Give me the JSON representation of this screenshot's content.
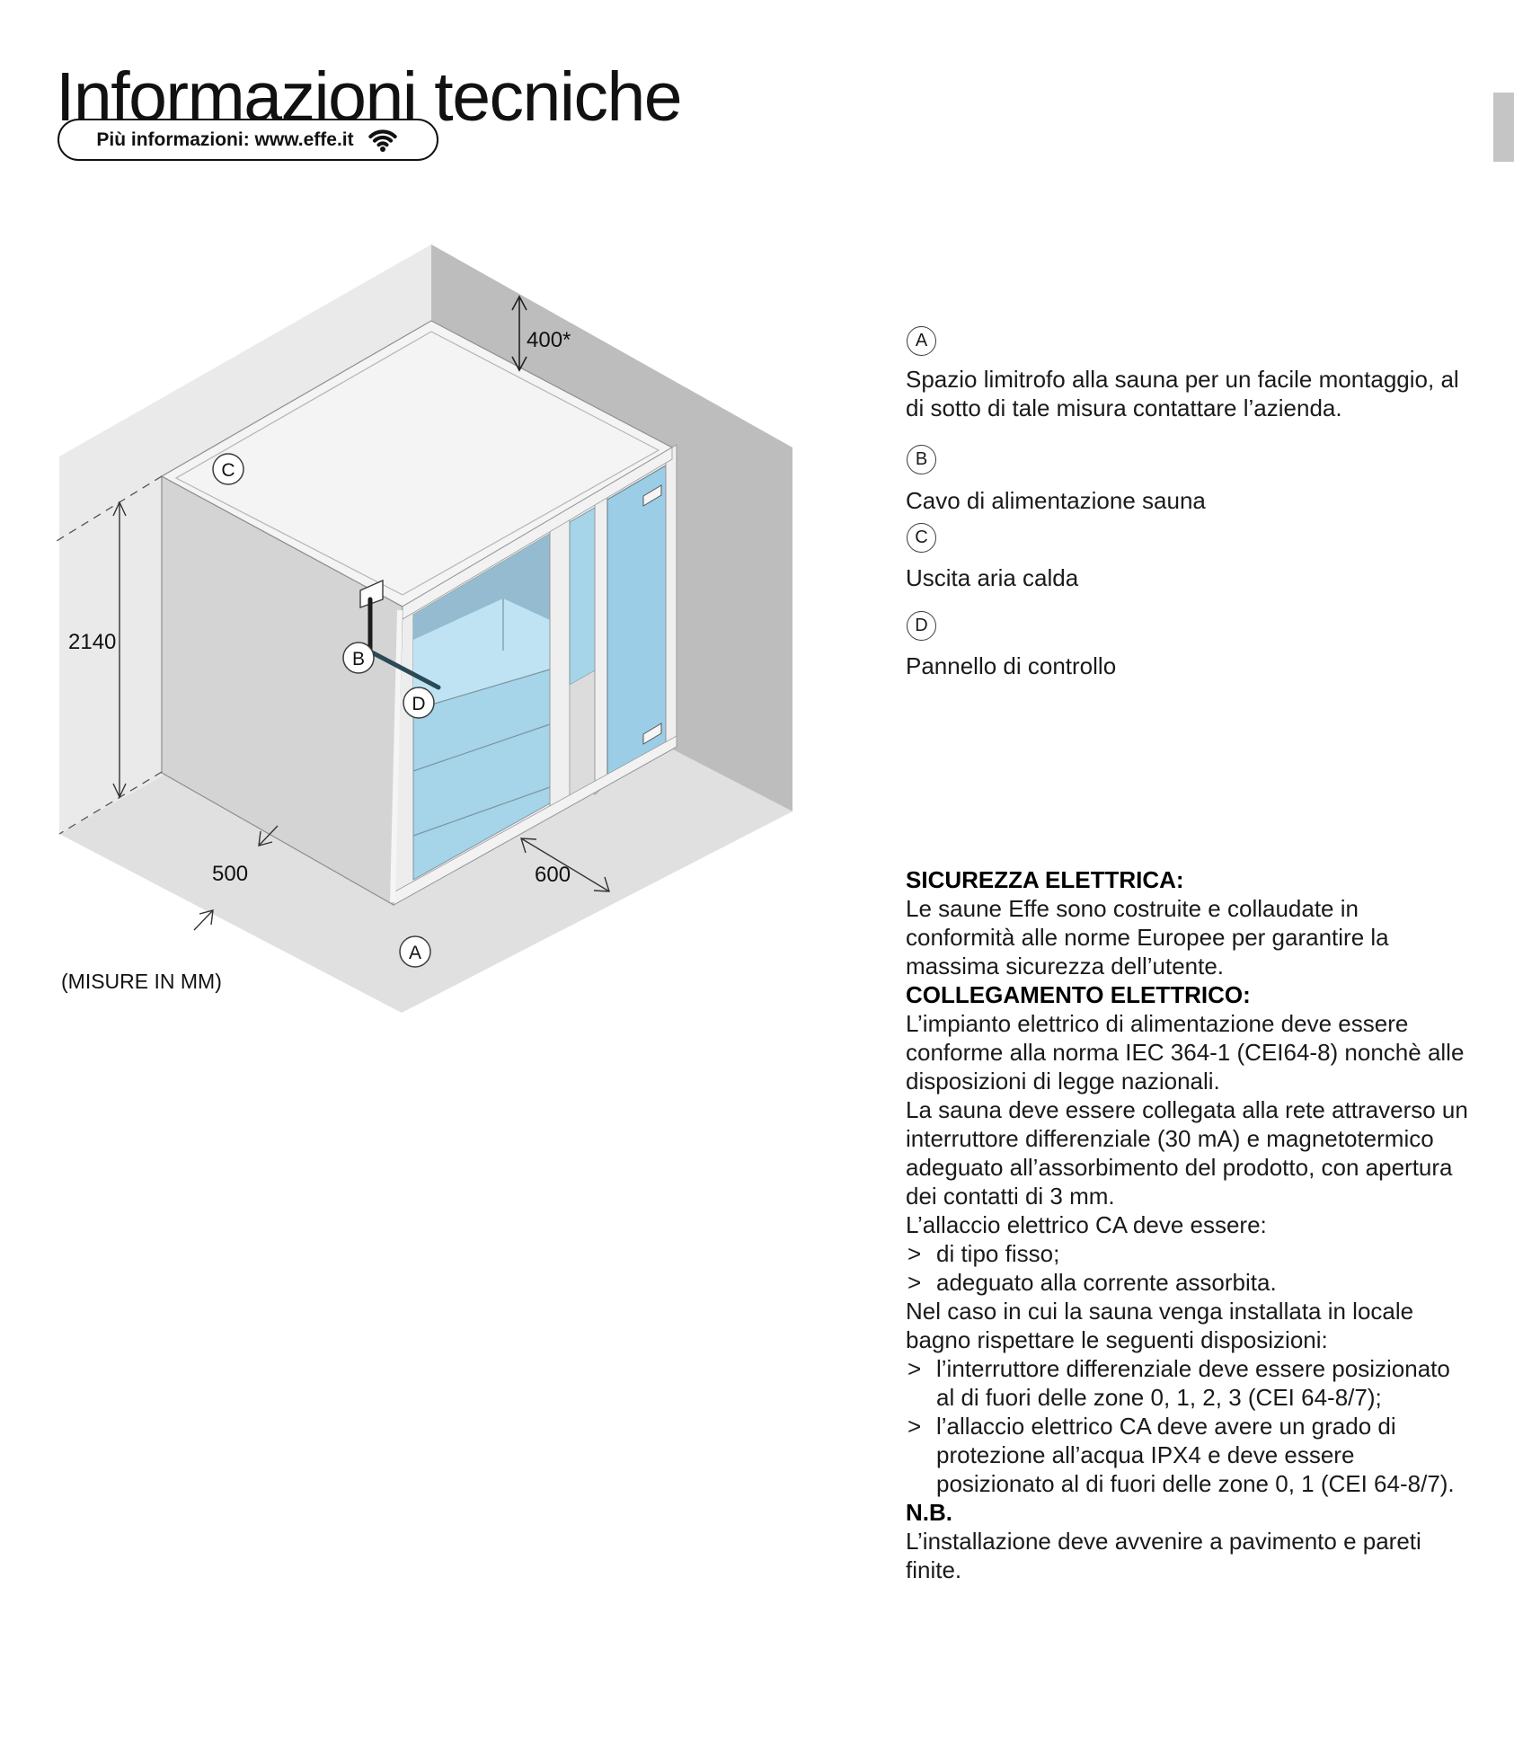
{
  "page": {
    "title": "Informazioni tecniche"
  },
  "info_pill": {
    "label": "Più informazioni: www.effe.it",
    "icon": "wifi-icon"
  },
  "page_tab": {
    "color": "#c5c5c5"
  },
  "diagram": {
    "dim_top_clearance": "400*",
    "dim_height": "2140",
    "dim_side_clearance": "500",
    "dim_front_clearance": "600",
    "units_note": "(MISURE IN MM)",
    "marker_a": "A",
    "marker_b": "B",
    "marker_c": "C",
    "marker_d": "D",
    "colors": {
      "wall_left": "#eaeaea",
      "wall_right": "#bdbdbd",
      "floor": "#e0e0e0",
      "sauna_side": "#d4d4d4",
      "sauna_top": "#f4f4f4",
      "glass": "#a6d4e8",
      "glass_door": "#9ccde6",
      "interior_dark": "#95bbd0",
      "bench_light": "#bfe3f2"
    }
  },
  "legend": {
    "items": [
      {
        "letter": "A",
        "text": "Spazio limitrofo alla sauna per un facile montaggio, al di sotto di tale misura contattare l’azienda."
      },
      {
        "letter": "B",
        "text": "Cavo di alimentazione sauna"
      },
      {
        "letter": "C",
        "text": "Uscita aria calda"
      },
      {
        "letter": "D",
        "text": "Pannello di controllo"
      }
    ]
  },
  "ui": {
    "bullet_marker": ">"
  },
  "electrical_safety": {
    "heading": "SICUREZZA ELETTRICA:",
    "body": "Le saune Effe sono costruite e collaudate in conformità alle norme Europee per garantire la massima sicurezza dell’utente."
  },
  "electrical_connection": {
    "heading": "COLLEGAMENTO ELETTRICO:",
    "p1": "L’impianto elettrico di alimentazione deve essere conforme alla norma IEC 364-1 (CEI64-8) nonchè alle disposizioni di legge nazionali.",
    "p2": "La sauna deve essere collegata alla rete attraverso un interruttore differenziale (30 mA) e magnetotermico adeguato all’assorbimento del prodotto, con apertura dei contatti di 3 mm.",
    "p3": "L’allaccio elettrico CA deve essere:",
    "bullets": [
      "di tipo fisso;",
      "adeguato alla corrente assorbita."
    ]
  },
  "bathroom_note": {
    "intro": "Nel caso in cui la sauna venga installata in locale bagno rispettare le seguenti disposizioni:",
    "bullets": [
      "l’interruttore differenziale deve essere posizionato al di fuori delle zone 0, 1, 2, 3 (CEI 64-8/7);",
      "l’allaccio elettrico CA deve avere un grado di protezione all’acqua IPX4 e deve essere posizionato al di fuori delle zone 0, 1 (CEI 64-8/7)."
    ]
  },
  "nb": {
    "heading": "N.B.",
    "body": "L’installazione deve avvenire a pavimento e pareti finite."
  }
}
